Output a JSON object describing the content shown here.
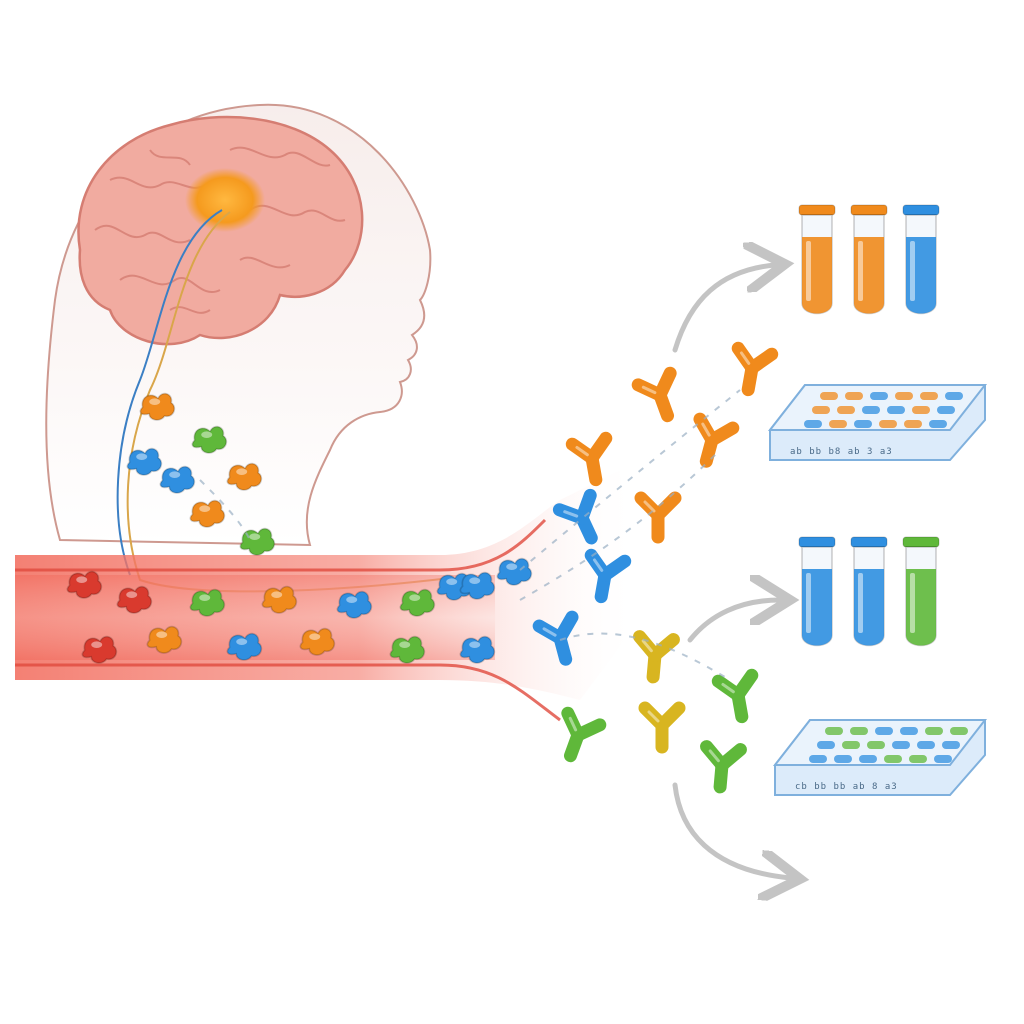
{
  "colors": {
    "background": "#ffffff",
    "head_outline": "#c98f84",
    "head_fill": "#f7ecea",
    "brain_fill": "#f1aba0",
    "brain_stroke": "#d57d72",
    "hotspot": "#f59a1e",
    "vessel_fill": "#f26a5b",
    "vessel_edge": "#e04a3d",
    "orange": "#f08a1c",
    "blue": "#2f8fe0",
    "green": "#5fb83a",
    "yellow": "#d8b520",
    "red": "#d93a2e",
    "arrow_gray": "#c4c4c4",
    "plate_fill": "#dcebfa",
    "plate_edge": "#7fb0dd"
  },
  "tubes": {
    "top": [
      {
        "liquid": "orange"
      },
      {
        "liquid": "orange"
      },
      {
        "liquid": "blue"
      }
    ],
    "bottom": [
      {
        "liquid": "blue"
      },
      {
        "liquid": "blue"
      },
      {
        "liquid": "green"
      }
    ]
  },
  "plates": {
    "top": {
      "code": "ab bb b8 ab  3 a3",
      "wells": "orange-blue"
    },
    "bottom": {
      "code": "cb bb bb ab  8 a3",
      "wells": "green-blue"
    }
  },
  "molecules": {
    "blood": [
      {
        "color": "red"
      },
      {
        "color": "red"
      },
      {
        "color": "green"
      },
      {
        "color": "orange"
      },
      {
        "color": "blue"
      },
      {
        "color": "green"
      },
      {
        "color": "blue"
      },
      {
        "color": "blue"
      },
      {
        "color": "blue"
      },
      {
        "color": "red"
      },
      {
        "color": "orange"
      },
      {
        "color": "blue"
      },
      {
        "color": "orange"
      },
      {
        "color": "green"
      },
      {
        "color": "blue"
      }
    ],
    "neck": [
      {
        "color": "orange"
      },
      {
        "color": "green"
      },
      {
        "color": "blue"
      },
      {
        "color": "blue"
      },
      {
        "color": "orange"
      },
      {
        "color": "orange"
      },
      {
        "color": "green"
      }
    ],
    "antibodies": [
      {
        "color": "orange"
      },
      {
        "color": "orange"
      },
      {
        "color": "orange"
      },
      {
        "color": "orange"
      },
      {
        "color": "orange"
      },
      {
        "color": "blue"
      },
      {
        "color": "blue"
      },
      {
        "color": "blue"
      },
      {
        "color": "yellow"
      },
      {
        "color": "yellow"
      },
      {
        "color": "green"
      },
      {
        "color": "green"
      },
      {
        "color": "green"
      }
    ]
  }
}
